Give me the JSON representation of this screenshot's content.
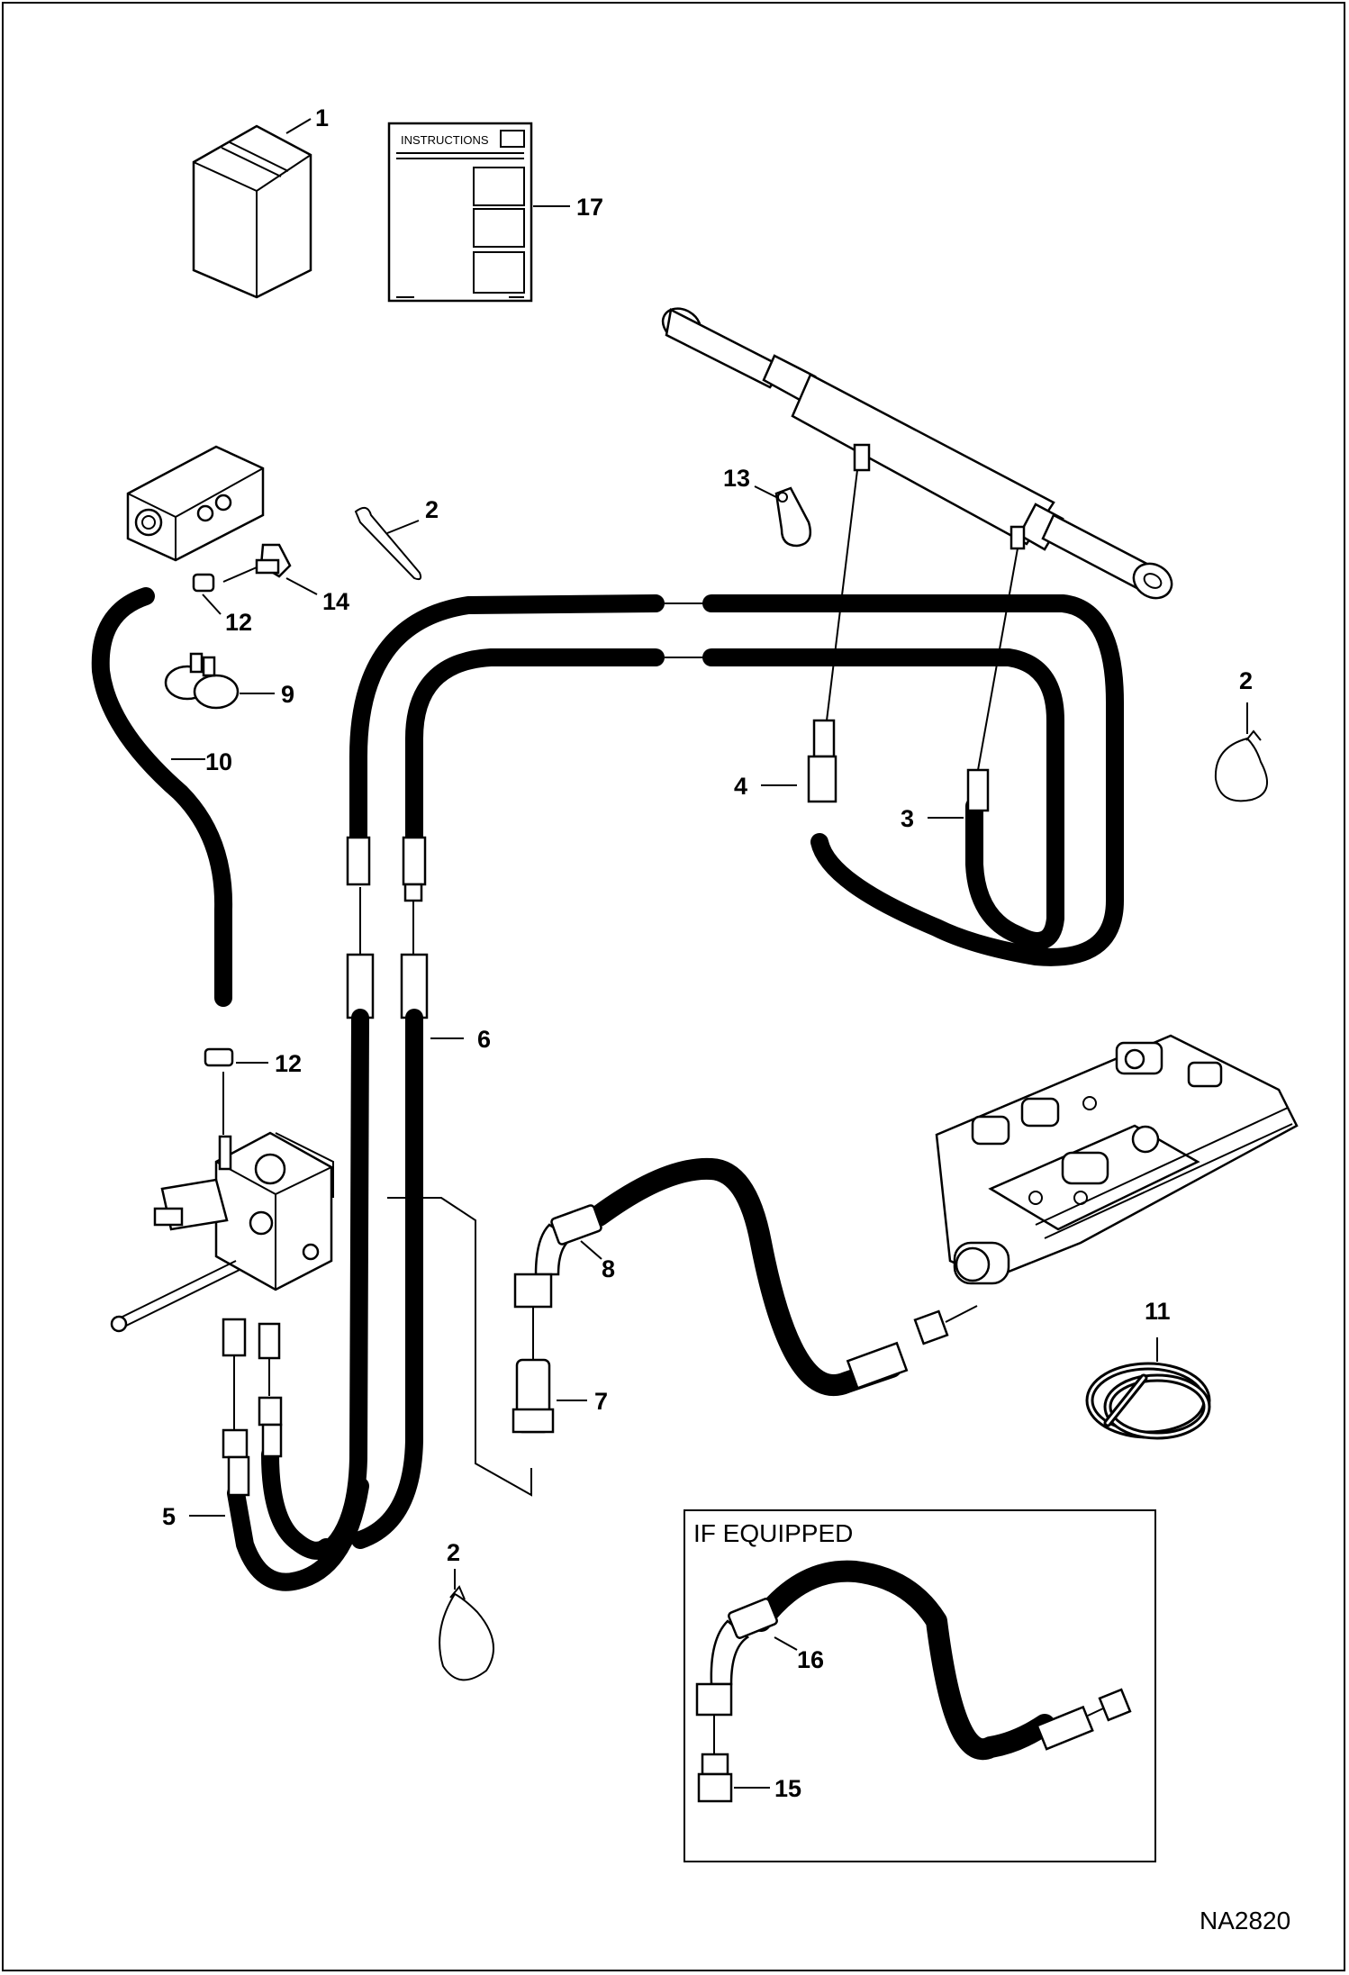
{
  "instructions_sheet": {
    "heading": "INSTRUCTIONS"
  },
  "inset": {
    "title": "IF EQUIPPED"
  },
  "drawing_id": "NA2820",
  "callouts": {
    "c1": "1",
    "c17": "17",
    "c2a": "2",
    "c13": "13",
    "c14": "14",
    "c12a": "12",
    "c9": "9",
    "c10": "10",
    "c2b": "2",
    "c4": "4",
    "c3": "3",
    "c6": "6",
    "c12b": "12",
    "c8": "8",
    "c7": "7",
    "c11": "11",
    "c5": "5",
    "c2c": "2",
    "c16": "16",
    "c15": "15"
  }
}
